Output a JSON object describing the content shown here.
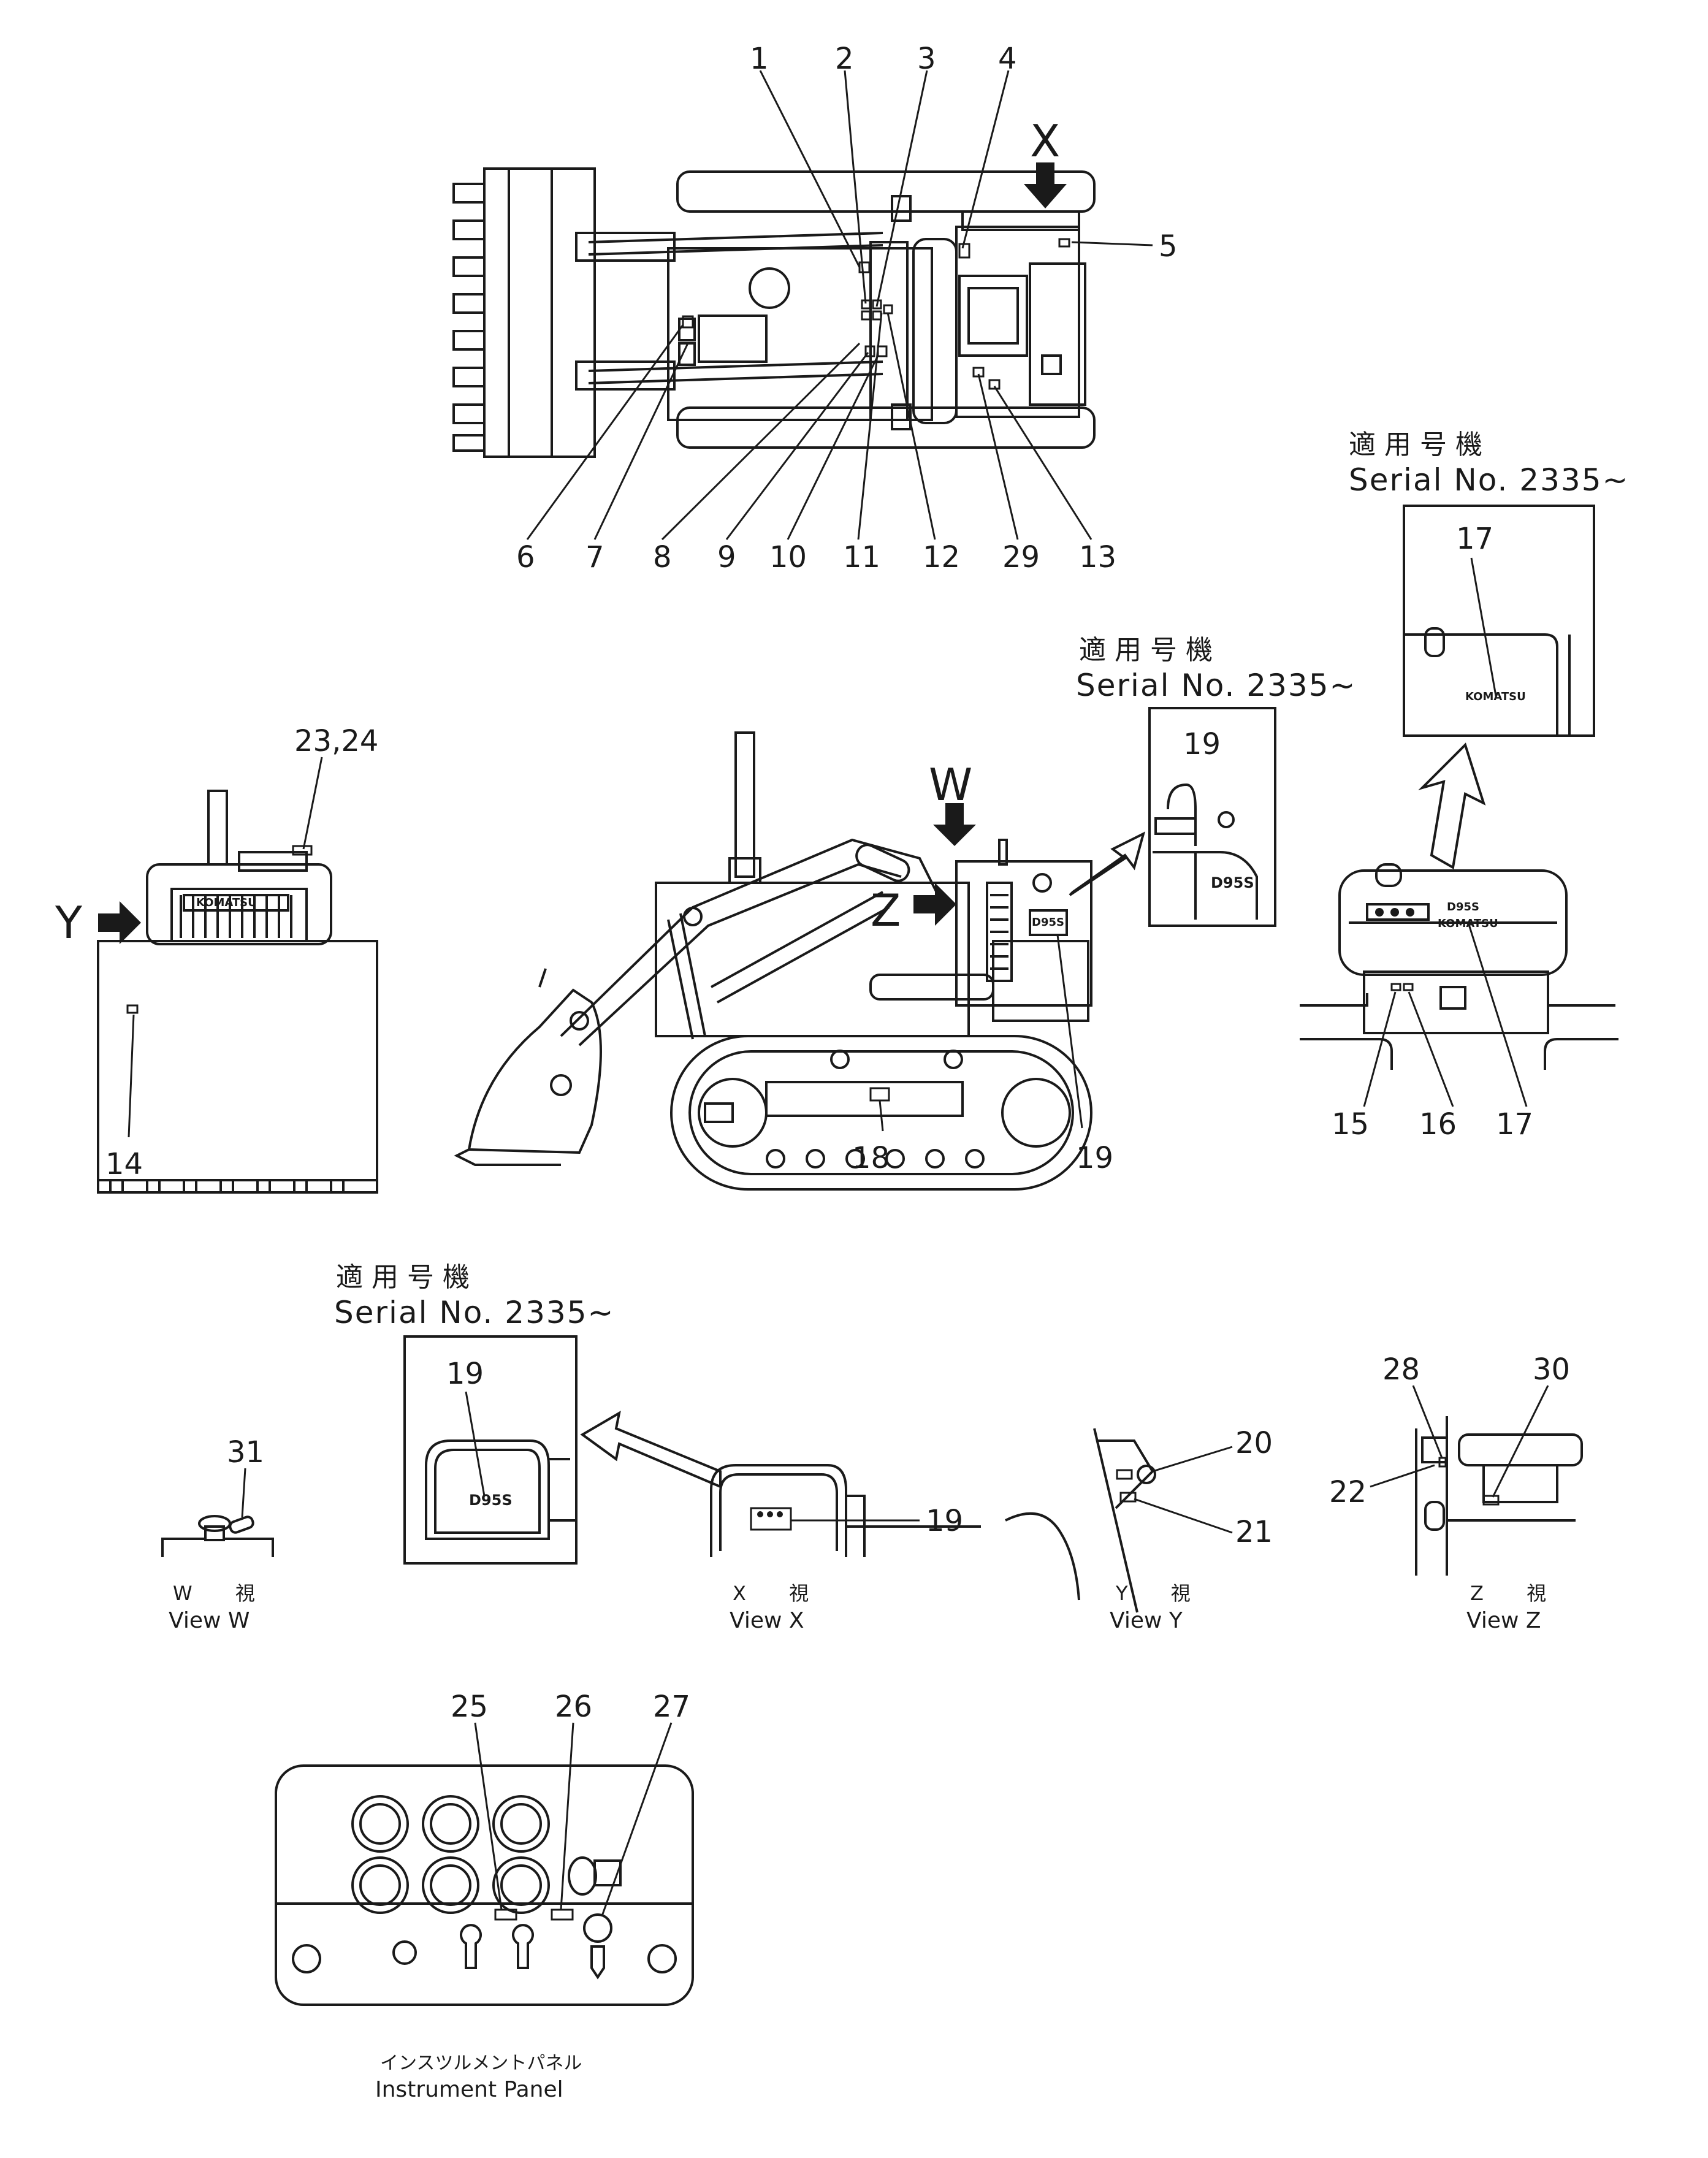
{
  "callouts": {
    "c1": "1",
    "c2": "2",
    "c3": "3",
    "c4": "4",
    "c5": "5",
    "c6": "6",
    "c7": "7",
    "c8": "8",
    "c9": "9",
    "c10": "10",
    "c11": "11",
    "c12": "12",
    "c29": "29",
    "c13": "13",
    "c23_24": "23,24",
    "c14": "14",
    "c18": "18",
    "c19a": "19",
    "c15": "15",
    "c16": "16",
    "c17a": "17",
    "c17b": "17",
    "c19b": "19",
    "c19c": "19",
    "c19d": "19",
    "c31": "31",
    "c20": "20",
    "c21": "21",
    "c28": "28",
    "c30": "30",
    "c22": "22",
    "c25": "25",
    "c26": "26",
    "c27": "27"
  },
  "view_arrows": {
    "x": "X",
    "y": "Y",
    "w": "W",
    "z": "Z"
  },
  "serial_captions": [
    {
      "jp": "適用号機",
      "en": "Serial  No. 2335~"
    },
    {
      "jp": "適用号機",
      "en": "Serial  No. 2335~"
    },
    {
      "jp": "適用号機",
      "en": "Serial  No. 2335~"
    }
  ],
  "view_labels": {
    "w": {
      "jp": "W 視",
      "en": "View  W"
    },
    "x": {
      "jp": "X 視",
      "en": "View  X"
    },
    "y": {
      "jp": "Y 視",
      "en": "View  Y"
    },
    "z": {
      "jp": "Z 視",
      "en": "View  Z"
    }
  },
  "panel_caption": {
    "jp": "インスツルメントパネル",
    "en": "Instrument  Panel"
  },
  "decals": {
    "komatsu": "KOMATSU",
    "model": "D95S"
  }
}
